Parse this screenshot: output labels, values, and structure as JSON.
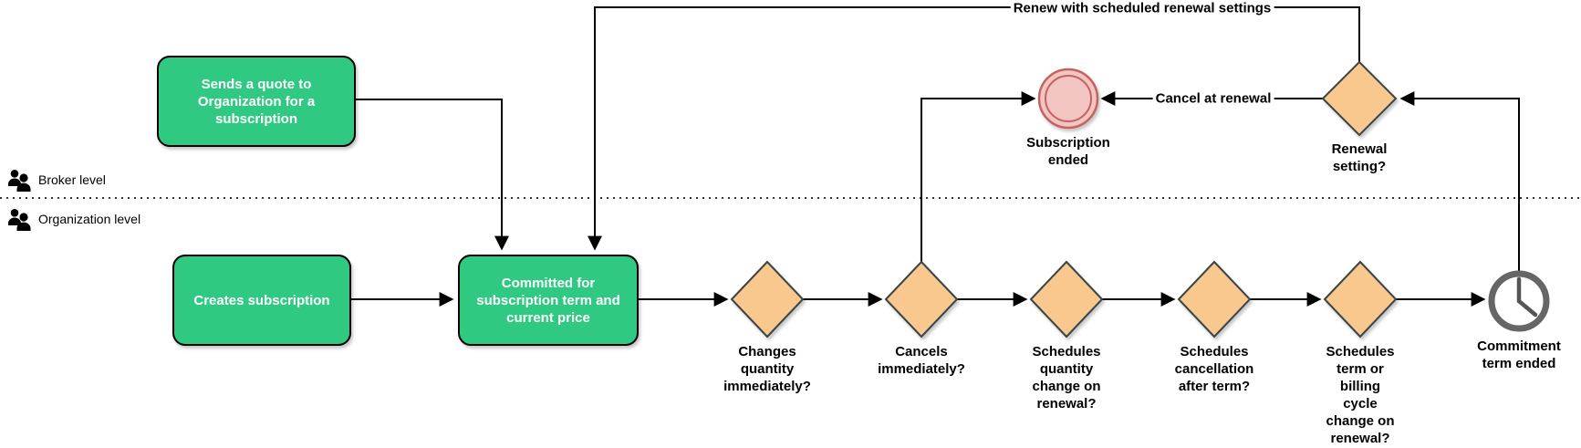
{
  "diagram_type": "flowchart",
  "lanes": {
    "broker": {
      "label": "Broker level",
      "icon": "people-icon"
    },
    "organization": {
      "label": "Organization level",
      "icon": "people-icon"
    }
  },
  "nodes": {
    "quote": {
      "type": "process",
      "label": "Sends a quote to\nOrganization for a\nsubscription"
    },
    "creates": {
      "type": "process",
      "label": "Creates subscription"
    },
    "committed": {
      "type": "process",
      "label": "Committed for\nsubscription term and\ncurrent price"
    },
    "changes_quantity": {
      "type": "decision",
      "label": "Changes\nquantity\nimmediately?"
    },
    "cancels_immediately": {
      "type": "decision",
      "label": "Cancels\nimmediately?"
    },
    "schedules_quantity": {
      "type": "decision",
      "label": "Schedules\nquantity\nchange on\nrenewal?"
    },
    "schedules_cancellation": {
      "type": "decision",
      "label": "Schedules\ncancellation\nafter term?"
    },
    "schedules_term": {
      "type": "decision",
      "label": "Schedules\nterm or\nbilling\ncycle\nchange on\nrenewal?"
    },
    "renewal_setting": {
      "type": "decision",
      "label": "Renewal\nsetting?"
    },
    "subscription_ended": {
      "type": "end-state",
      "label": "Subscription\nended"
    },
    "commitment_term_ended": {
      "type": "clock-event",
      "label": "Commitment\nterm ended"
    }
  },
  "edges": {
    "renew": {
      "label": "Renew with scheduled renewal settings"
    },
    "cancel_at_renewal": {
      "label": "Cancel at renewal"
    }
  },
  "colors": {
    "process_fill": "#2FC982",
    "process_stroke": "#000000",
    "process_text": "#FFFFFF",
    "decision_fill": "#F9C88F",
    "decision_stroke": "#3A4444",
    "end_fill": "#F2C5C2",
    "end_stroke": "#C4625F",
    "clock_stroke": "#666666",
    "connector": "#000000",
    "lane_divider": "#333333"
  }
}
